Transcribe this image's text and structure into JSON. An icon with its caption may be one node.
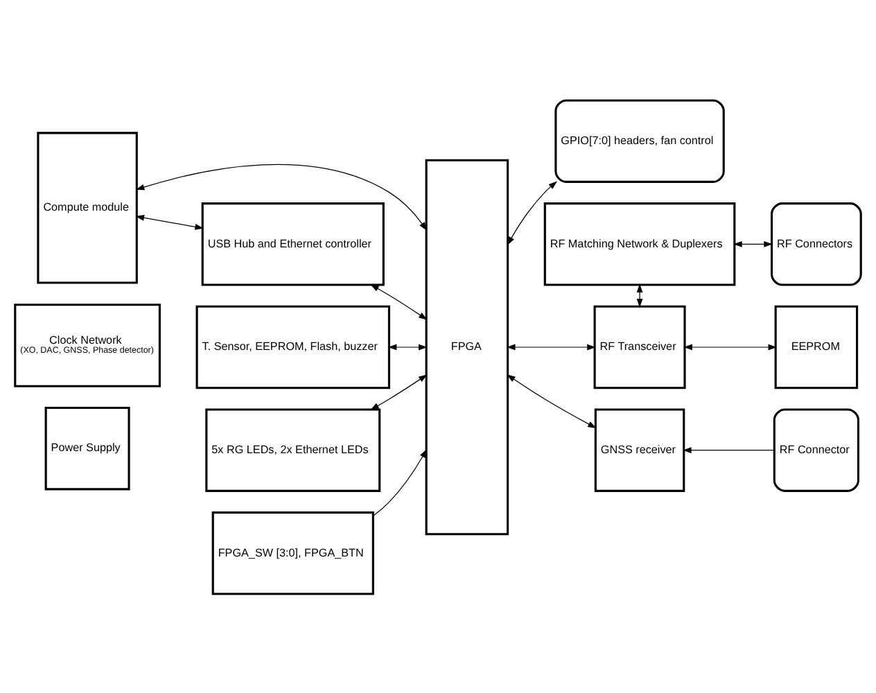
{
  "diagram": {
    "nodes": [
      {
        "text": [
          "Compute module"
        ]
      },
      {
        "text": [
          "USB Hub and Ethernet controller"
        ]
      },
      {
        "text": [
          "FPGA"
        ]
      },
      {
        "text": [
          "RF Transceiver"
        ]
      },
      {
        "text": [
          "EEPROM"
        ]
      },
      {
        "text": [
          "RF Matching Network & Duplexers"
        ]
      },
      {
        "text": [
          "RF Connectors"
        ]
      },
      {
        "text": [
          "Clock Network",
          "(XO, DAC, GNSS, Phase detector)"
        ]
      },
      {
        "text": [
          "T. Sensor, EEPROM, Flash, buzzer"
        ]
      },
      {
        "text": [
          "GNSS receiver"
        ]
      },
      {
        "text": [
          "RF Connector"
        ]
      },
      {
        "text": [
          "Power Supply"
        ]
      },
      {
        "text": [
          "5x RG LEDs, 2x Ethernet LEDs"
        ]
      },
      {
        "text": [
          "GPIO[7:0] headers, fan control"
        ]
      },
      {
        "text": [
          "FPGA_SW [3:0], FPGA_BTN"
        ]
      }
    ],
    "edges": [
      {
        "from": 0,
        "to": 2,
        "arrow": "both"
      },
      {
        "from": 2,
        "to": 3,
        "arrow": "both"
      },
      {
        "from": 3,
        "to": 4,
        "arrow": "both"
      },
      {
        "from": 3,
        "to": 5,
        "arrow": "both"
      },
      {
        "from": 0,
        "to": 1,
        "arrow": "both"
      },
      {
        "from": 1,
        "to": 2,
        "arrow": "both"
      },
      {
        "from": 5,
        "to": 6,
        "arrow": "both"
      },
      {
        "from": 8,
        "to": 2,
        "arrow": "both"
      },
      {
        "from": 2,
        "to": 9,
        "arrow": "both"
      },
      {
        "from": 10,
        "to": 9,
        "arrow": "to"
      },
      {
        "from": 12,
        "to": 2,
        "arrow": "both"
      },
      {
        "from": 2,
        "to": 13,
        "arrow": "both"
      },
      {
        "from": 14,
        "to": 2,
        "arrow": "to"
      }
    ]
  }
}
